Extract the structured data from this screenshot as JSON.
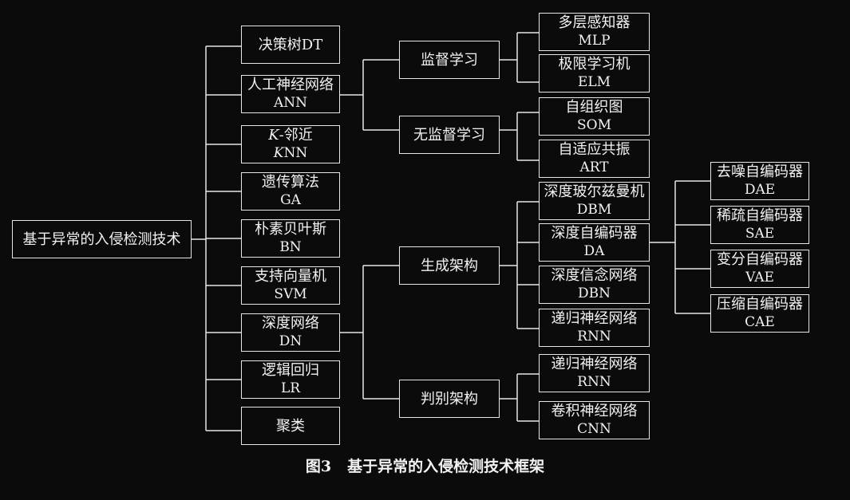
{
  "root": {
    "label": "基于异常的入侵检测技术"
  },
  "methods": {
    "dt": {
      "l1": "决策树DT"
    },
    "ann": {
      "l1": "人工神经网络",
      "l2": "ANN"
    },
    "knn": {
      "l1a": "K",
      "l1b": "-邻近",
      "l2a": "K",
      "l2b": "NN"
    },
    "ga": {
      "l1": "遗传算法",
      "l2": "GA"
    },
    "bn": {
      "l1": "朴素贝叶斯",
      "l2": "BN"
    },
    "svm": {
      "l1": "支持向量机",
      "l2": "SVM"
    },
    "dn": {
      "l1": "深度网络",
      "l2": "DN"
    },
    "lr": {
      "l1": "逻辑回归",
      "l2": "LR"
    },
    "cluster": {
      "l1": "聚类"
    }
  },
  "ann_branches": {
    "supervised": {
      "l1": "监督学习"
    },
    "unsupervised": {
      "l1": "无监督学习"
    }
  },
  "ann_leaves": {
    "mlp": {
      "l1": "多层感知器",
      "l2": "MLP"
    },
    "elm": {
      "l1": "极限学习机",
      "l2": "ELM"
    },
    "som": {
      "l1": "自组织图",
      "l2": "SOM"
    },
    "art": {
      "l1": "自适应共振",
      "l2": "ART"
    }
  },
  "dn_branches": {
    "generative": {
      "l1": "生成架构"
    },
    "discriminative": {
      "l1": "判别架构"
    }
  },
  "dn_leaves": {
    "dbm": {
      "l1": "深度玻尔兹曼机",
      "l2": "DBM"
    },
    "da": {
      "l1": "深度自编码器",
      "l2": "DA"
    },
    "dbn": {
      "l1": "深度信念网络",
      "l2": "DBN"
    },
    "rnn_gen": {
      "l1": "递归神经网络",
      "l2": "RNN"
    },
    "rnn_disc": {
      "l1": "递归神经网络",
      "l2": "RNN"
    },
    "cnn": {
      "l1": "卷积神经网络",
      "l2": "CNN"
    }
  },
  "da_leaves": {
    "dae": {
      "l1": "去噪自编码器",
      "l2": "DAE"
    },
    "sae": {
      "l1": "稀疏自编码器",
      "l2": "SAE"
    },
    "vae": {
      "l1": "变分自编码器",
      "l2": "VAE"
    },
    "cae": {
      "l1": "压缩自编码器",
      "l2": "CAE"
    }
  },
  "caption": {
    "number": "图3",
    "title": "基于异常的入侵检测技术框架"
  }
}
